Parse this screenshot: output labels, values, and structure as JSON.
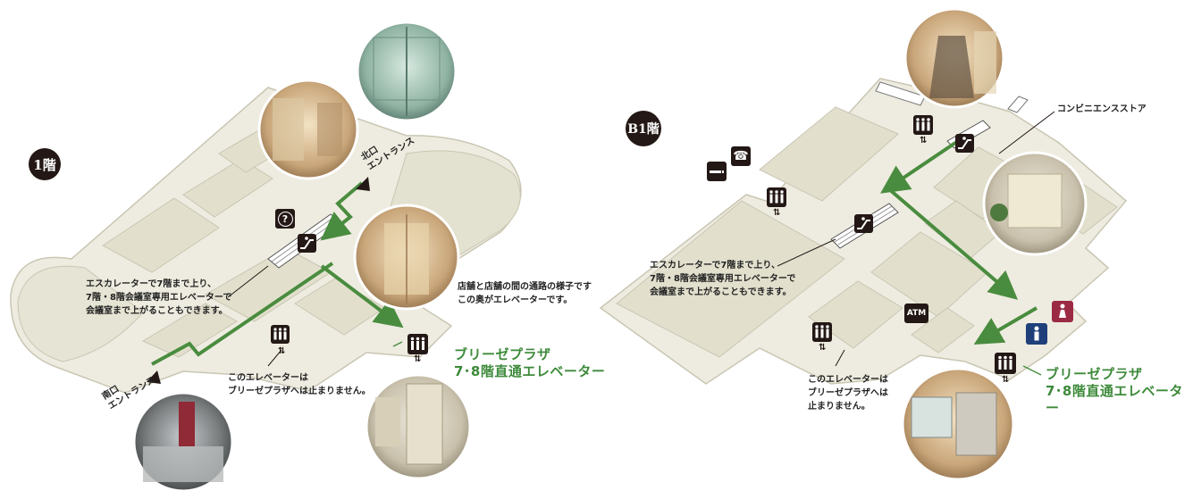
{
  "floor_1": {
    "badge": "1階",
    "north_entrance": "北口\nエントランス",
    "south_entrance": "南口\nエントランス",
    "escalator_note": "エスカレーターで7階まで上り、\n7階・8階会議室専用エレベーターで\n会議室まで上がることもできます。",
    "passage_note": "店舗と店舗の間の通路の様子です\nこの奥がエレベーターです。",
    "elevator_note": "このエレベーターは\nブリーゼプラザへは止まりません。",
    "direct_elevator": "ブリーゼプラザ\n7･8階直通エレベーター"
  },
  "floor_b1": {
    "badge": "B1階",
    "convenience_store": "コンビニエンスストア",
    "escalator_note": "エスカレーターで7階まで上り、\n7階・8階会議室専用エレベーターで\n会議室まで上がることもできます。",
    "elevator_note": "このエレベーターは\nブリーゼプラザへは\n止まりません。",
    "direct_elevator": "ブリーゼプラザ\n7･8階直通エレベーター",
    "atm": "ATM"
  },
  "icons": [
    "info-icon",
    "escalator-icon",
    "elevator-icon",
    "phone-icon",
    "smoking-icon",
    "atm-icon",
    "restroom-female-icon",
    "restroom-male-icon"
  ],
  "colors": {
    "route": "#4a8c3f",
    "floor_fill": "#eeece0",
    "floor_edge": "#d9d6c4",
    "icon_bg": "#231815",
    "female": "#9b2a45",
    "male": "#1e3f7a"
  }
}
